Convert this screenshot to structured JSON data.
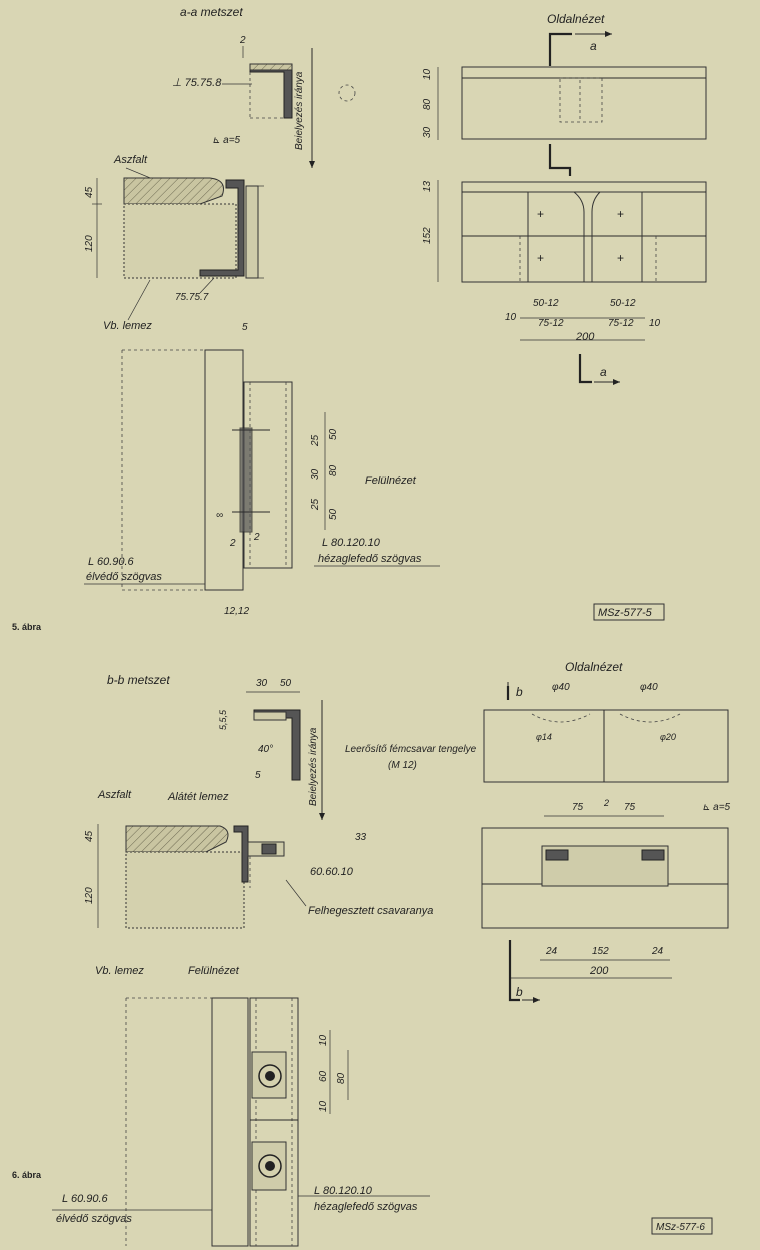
{
  "fig5": {
    "section_title": "a-a metszet",
    "side_title": "Oldalnézet",
    "top_title": "Felülnézet",
    "figure_label": "5. ábra",
    "stamp": "MSz-577-5",
    "angle_label": "⊥ 75.75.8",
    "weld_label": "⊾ a=5",
    "install_dir": "Beielyezés iránya",
    "asphalt": "Aszfalt",
    "angle2": "75.75.7",
    "plate": "Vb. lemez",
    "dim_2": "2",
    "dim_45": "45",
    "dim_120": "120",
    "dim_5": "5",
    "side_dims": {
      "d10": "10",
      "d80": "80",
      "d30": "30",
      "d13": "13",
      "d152": "152"
    },
    "bottom_dims": {
      "a": "50-12",
      "b": "50-12",
      "c": "75-12",
      "d": "75-12",
      "e": "10",
      "f": "10",
      "total": "200"
    },
    "cut": "a",
    "top_dims": {
      "d25a": "25",
      "d50a": "50",
      "d30": "30",
      "d80": "80",
      "d25b": "25",
      "d50b": "50",
      "d2a": "2",
      "d2b": "2",
      "d1212": "12,12",
      "infinity": "∞"
    },
    "cover_angle": "L 80.120.10",
    "cover_name": "hézaglefedő szögvas",
    "edge_angle": "L 60.90.6",
    "edge_name": "élvédő szögvas"
  },
  "fig6": {
    "section_title": "b-b metszet",
    "side_title": "Oldalnézet",
    "top_title": "Felülnézet",
    "figure_label": "6. ábra",
    "stamp": "MSz-577-6",
    "dim_30": "30",
    "dim_50": "50",
    "dim_555": "5,5,5",
    "dim_40": "40°",
    "dim_5": "5",
    "install_dir": "Beielyezés iránya",
    "bolt_axis": "Leerősítő fémcsavar tengelye",
    "bolt_size": "(M 12)",
    "asphalt": "Aszfalt",
    "shim": "Alátét lemez",
    "dim_33": "33",
    "dim_45": "45",
    "dim_120": "120",
    "angle": "60.60.10",
    "nut": "Felhegesztett csavaranya",
    "plate": "Vb. lemez",
    "phi40a": "φ40",
    "phi40b": "φ40",
    "phi14": "φ14",
    "phi20": "φ20",
    "d75a": "75",
    "d2": "2",
    "d75b": "75",
    "weld": "⊾ a=5",
    "d24a": "24",
    "d152": "152",
    "d24b": "24",
    "d200": "200",
    "cut": "b",
    "top_dims": {
      "d10a": "10",
      "d60": "60",
      "d80": "80",
      "d10b": "10"
    },
    "cover_angle": "L 80.120.10",
    "cover_name": "hézaglefedő szögvas",
    "edge_angle": "L 60.90.6",
    "edge_name": "élvédő szögvas"
  }
}
